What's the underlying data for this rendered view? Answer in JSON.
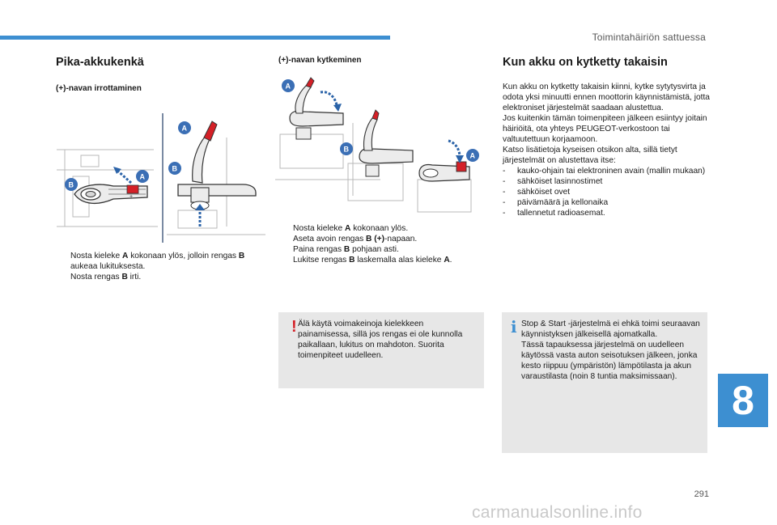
{
  "header": {
    "section": "Toimintahäiriön sattuessa",
    "accent": "#3d8fd1"
  },
  "left": {
    "title": "Pika-akkukenkä",
    "subtitle": "(+)-navan irrottaminen",
    "steps": [
      {
        "pre": "Nosta kieleke ",
        "key": "A",
        "post": " kokonaan ylös, jolloin rengas ",
        "key2": "B",
        "post2": " aukeaa lukituksesta."
      },
      {
        "pre": "Nosta rengas ",
        "key": "B",
        "post": " irti."
      }
    ]
  },
  "middle": {
    "subtitle": "(+)-navan kytkeminen",
    "steps": [
      {
        "pre": "Nosta kieleke ",
        "key": "A",
        "post": " kokonaan ylös."
      },
      {
        "pre": "Aseta avoin rengas ",
        "key": "B (+)",
        "post": "-napaan."
      },
      {
        "pre": "Paina rengas ",
        "key": "B",
        "post": " pohjaan asti."
      },
      {
        "pre": "Lukitse rengas ",
        "key": "B",
        "post": " laskemalla alas kieleke ",
        "key2": "A",
        "post2": "."
      }
    ],
    "warning": "Älä käytä voimakeinoja kielekkeen painamisessa, sillä jos rengas ei ole kunnolla paikallaan, lukitus on mahdoton. Suorita toimenpiteet uudelleen."
  },
  "right": {
    "title": "Kun akku on kytketty takaisin",
    "para1": "Kun akku on kytketty takaisin kiinni, kytke sytytysvirta ja odota yksi minuutti ennen moottorin käynnistämistä, jotta elektroniset järjestelmät saadaan alustettua.",
    "para2": "Jos kuitenkin tämän toimenpiteen jälkeen esiintyy joitain häiriöitä, ota yhteys PEUGEOT-verkostoon tai valtuutettuun korjaamoon.",
    "para3": "Katso lisätietoja kyseisen otsikon alta, sillä tietyt järjestelmät on alustettava itse:",
    "items": [
      "kauko-ohjain tai elektroninen avain (mallin mukaan)",
      "sähköiset lasinnostimet",
      "sähköiset ovet",
      "päivämäärä ja kellonaika",
      "tallennetut radioasemat."
    ],
    "info": "Stop & Start -järjestelmä ei ehkä toimi seuraavan käynnistyksen jälkeisellä ajomatkalla.\nTässä tapauksessa järjestelmä on uudelleen käytössä vasta auton seisotuksen jälkeen, jonka kesto riippuu (ympäristön) lämpötilasta ja akun varaustilasta (noin 8 tuntia maksimissaan)."
  },
  "figures": {
    "label_a": "A",
    "label_b": "B",
    "plus": "+"
  },
  "chapter": "8",
  "page_number": "291",
  "watermark": "carmanualsonline.info",
  "colors": {
    "warning": "#d42027",
    "info": "#3d8fd1",
    "marker": "#3d8fd1",
    "tab_red": "#d42027"
  },
  "markers": {
    "bullet": "",
    "dash": "-"
  }
}
